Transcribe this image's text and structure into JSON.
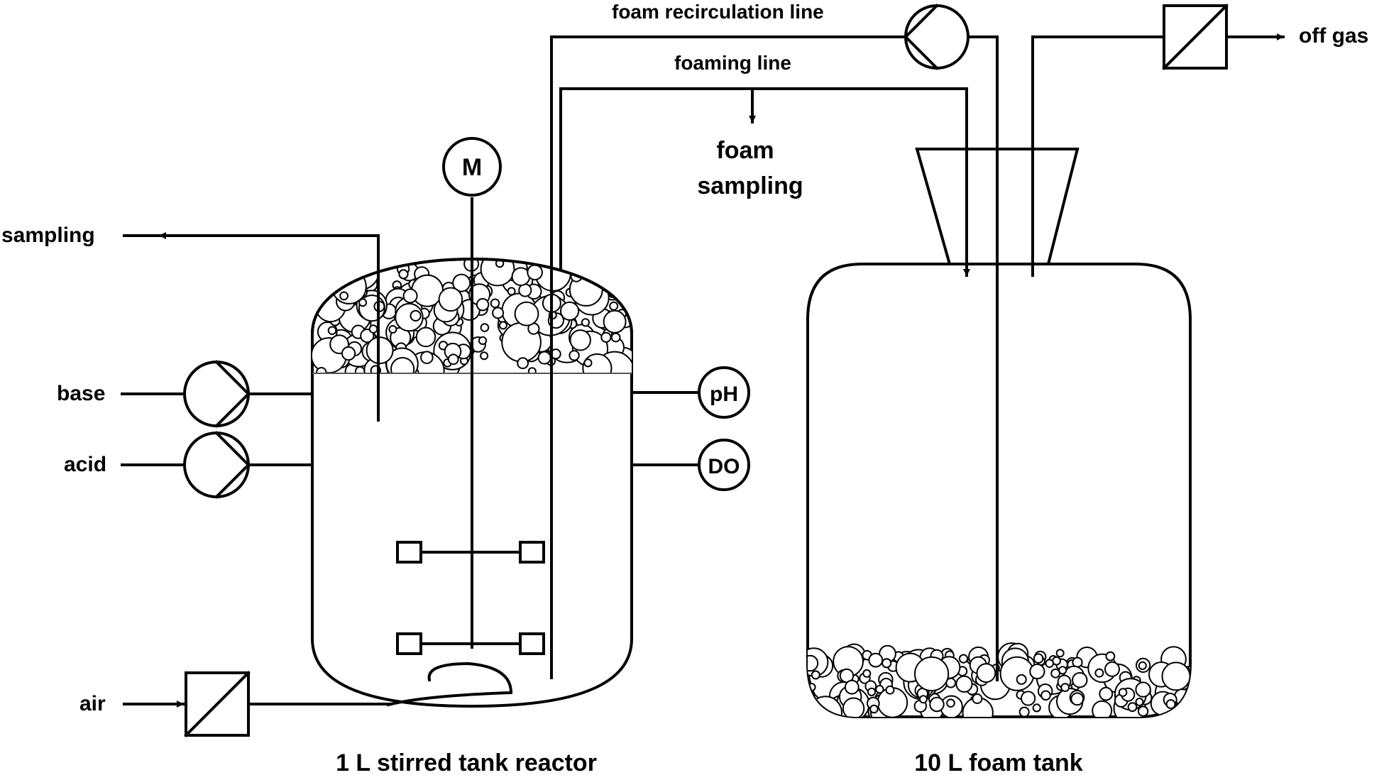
{
  "diagram": {
    "labels": {
      "foam_recirculation_line": "foam recirculation line",
      "foaming_line": "foaming line",
      "foam_sampling_1": "foam",
      "foam_sampling_2": "sampling",
      "off_gas": "off gas",
      "sampling": "sampling",
      "base": "base",
      "acid": "acid",
      "air": "air",
      "motor": "M",
      "ph": "pH",
      "do": "DO",
      "reactor_caption": "1 L stirred tank reactor",
      "foam_tank_caption": "10 L foam tank"
    }
  }
}
